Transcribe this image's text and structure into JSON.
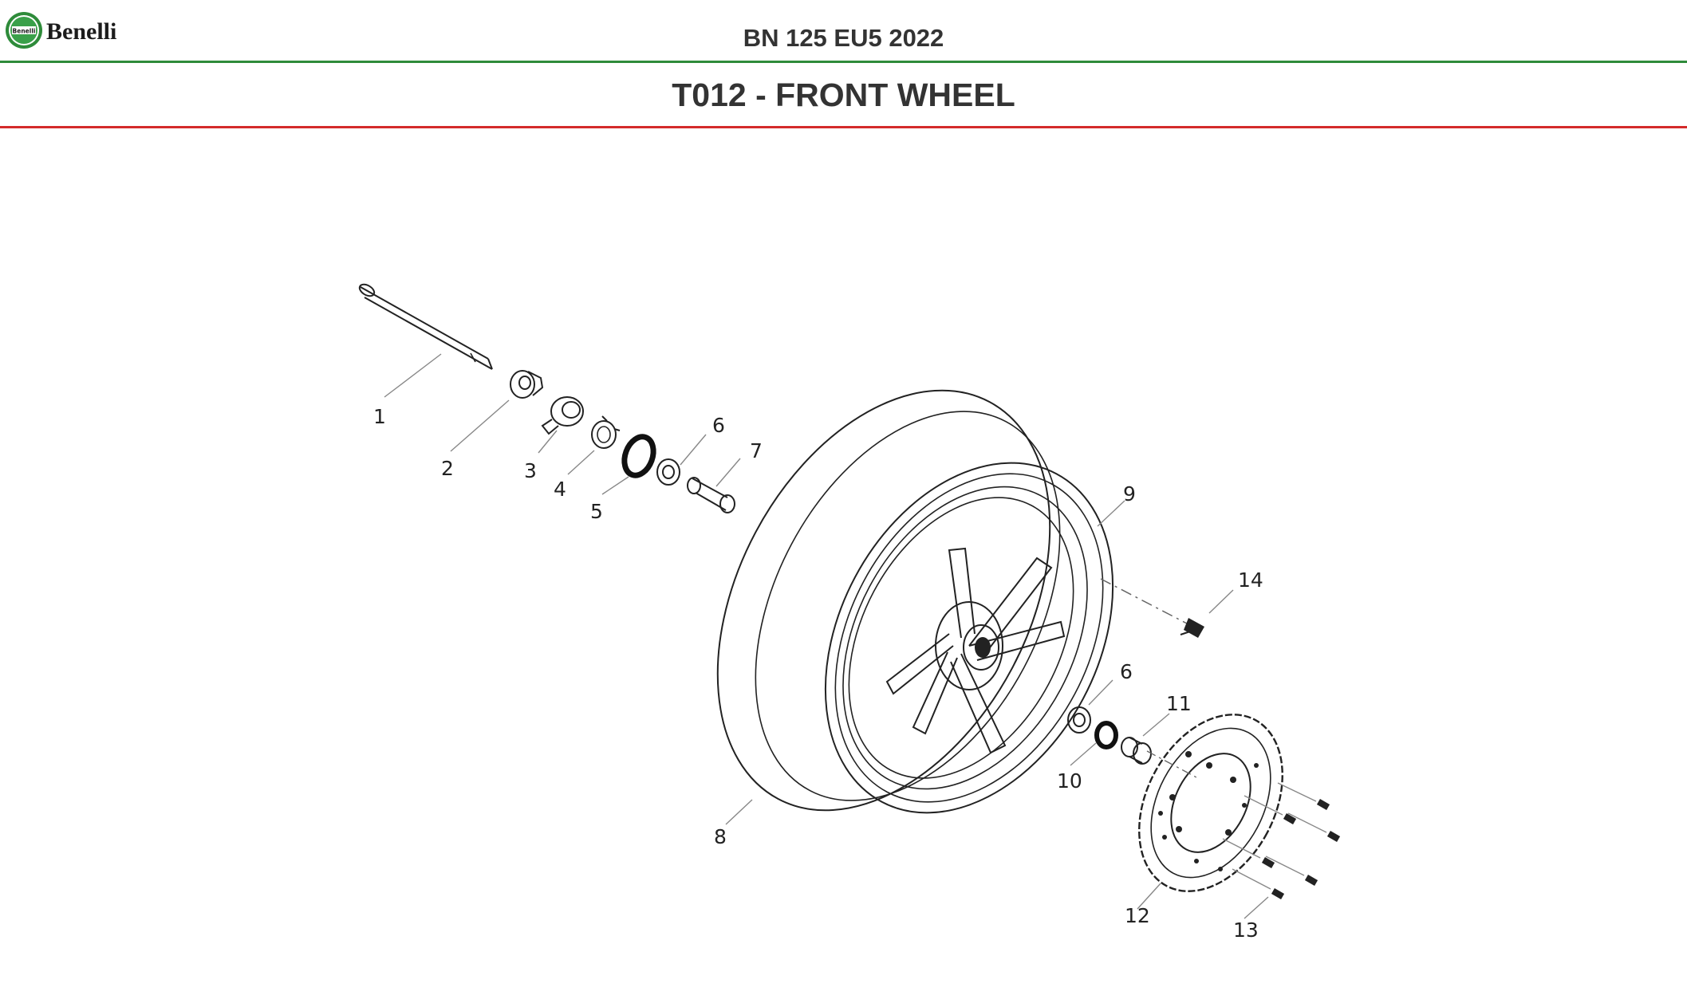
{
  "header": {
    "brand": "Benelli",
    "model": "BN 125 EU5 2022",
    "title": "T012 - FRONT WHEEL"
  },
  "colors": {
    "green_rule": "#2e8b3a",
    "red_rule": "#d42a2a",
    "text": "#333333"
  },
  "callouts": [
    "1",
    "2",
    "3",
    "4",
    "5",
    "6",
    "7",
    "8",
    "9",
    "14",
    "6",
    "11",
    "10",
    "12",
    "13"
  ]
}
